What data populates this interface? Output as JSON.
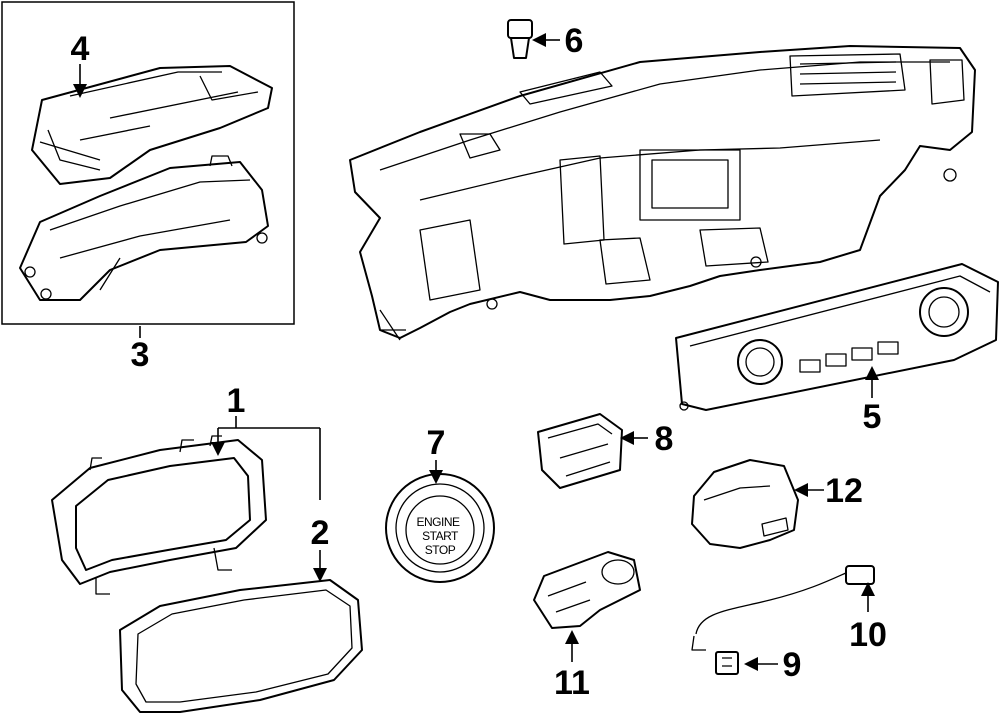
{
  "callouts": {
    "c1": "1",
    "c2": "2",
    "c3": "3",
    "c4": "4",
    "c5": "5",
    "c6": "6",
    "c7": "7",
    "c8": "8",
    "c9": "9",
    "c10": "10",
    "c11": "11",
    "c12": "12"
  },
  "start_button_text": {
    "line1": "ENGINE",
    "line2": "START",
    "line3": "STOP"
  }
}
